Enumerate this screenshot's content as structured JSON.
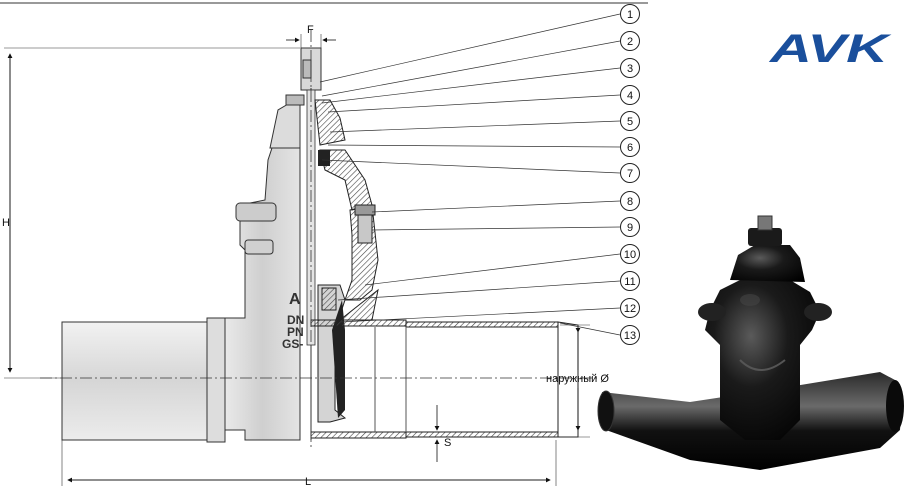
{
  "logo": {
    "text": "AVK",
    "color": "#1a4f9c"
  },
  "callouts": [
    "1",
    "2",
    "3",
    "4",
    "5",
    "6",
    "7",
    "8",
    "9",
    "10",
    "11",
    "12",
    "13"
  ],
  "dimensions": {
    "height_label": "H",
    "length_label": "L",
    "flat_label": "F",
    "wall_label": "S",
    "outer_diameter_label": "наружный Ø"
  },
  "body_marking": {
    "brand_glyph": "A",
    "dn": "DN",
    "pn": "PN",
    "gs": "GS-"
  }
}
